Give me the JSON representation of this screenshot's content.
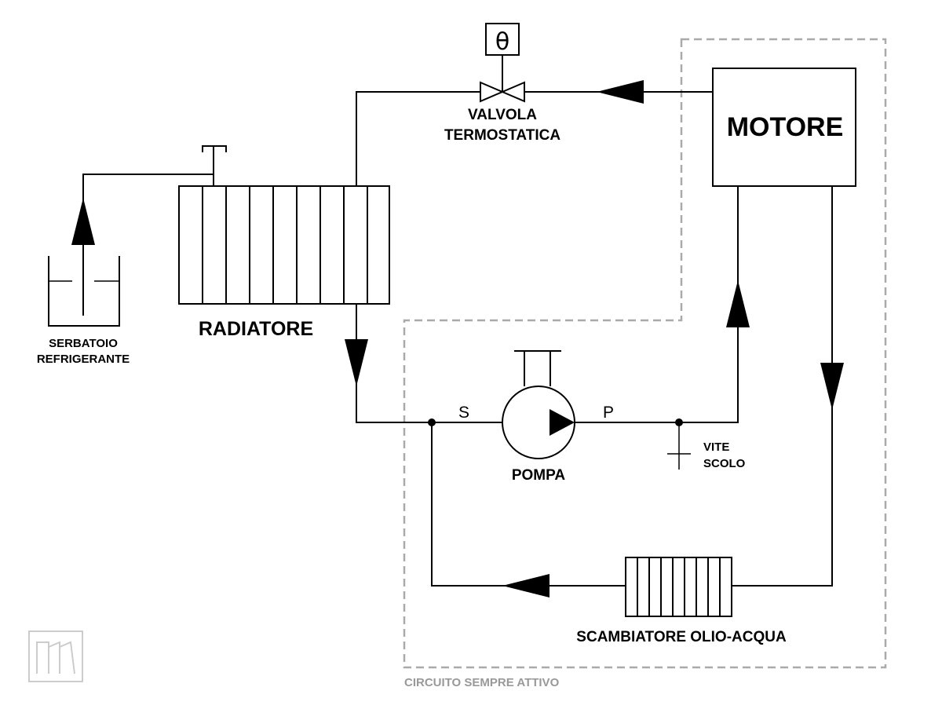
{
  "labels": {
    "motore": "MOTORE",
    "radiatore": "RADIATORE",
    "valvola_line1": "VALVOLA",
    "valvola_line2": "TERMOSTATICA",
    "thermo_symbol": "θ",
    "serbatoio_line1": "SERBATOIO",
    "serbatoio_line2": "REFRIGERANTE",
    "pompa": "POMPA",
    "port_suction": "S",
    "port_pressure": "P",
    "vite_line1": "VITE",
    "vite_line2": "SCOLO",
    "scambiatore": "SCAMBIATORE OLIO-ACQUA",
    "circuito": "CIRCUITO SEMPRE ATTIVO"
  },
  "colors": {
    "line": "#000000",
    "dashed_boundary": "#aaaaaa",
    "boundary_label": "#999999",
    "logo": "#cccccc"
  },
  "icons": {
    "pump": "centrifugal-pump-symbol",
    "valve": "thermostatic-valve-symbol",
    "logo": "watermark-logo"
  }
}
